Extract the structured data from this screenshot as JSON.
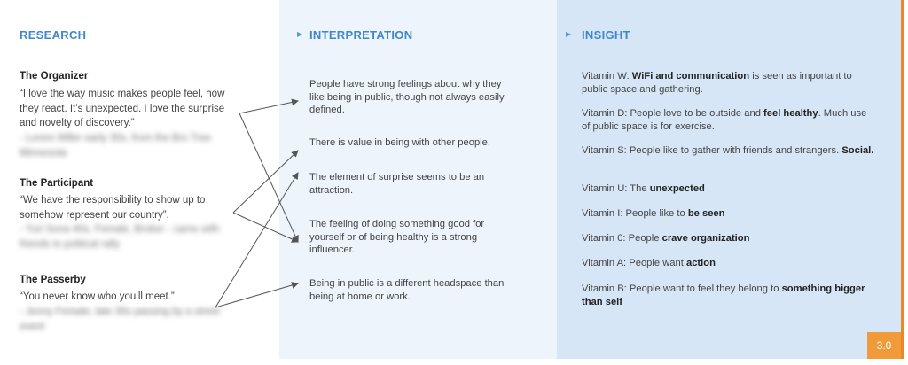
{
  "headers": {
    "research": "RESEARCH",
    "interpretation": "INTERPRETATION",
    "insight": "INSIGHT"
  },
  "research": [
    {
      "title": "The Organizer",
      "quote": "“I love the way music makes people feel, how they react. It’s unexpected. I love the surprise and novelty of discovery.”",
      "attribution": "- Lorem Miller early 30s, from the Bro Tree Minnesota"
    },
    {
      "title": "The Participant",
      "quote": "“We have the responsibility to show up to somehow represent our country”.",
      "attribution": "- Yuri Sona 40s, Female, Broker - came with friends to political rally"
    },
    {
      "title": "The Passerby",
      "quote": "“You never know who you’ll meet.”",
      "attribution": "- Jenny Female, late 30s passing by a street event"
    }
  ],
  "interpretation": [
    "People have strong feelings about why they like being in public, though not always easily defined.",
    "There is value in being with other people.",
    "The element of surprise seems to be an attraction.",
    "The feeling of doing something good for yourself or of being healthy is a strong influencer.",
    "Being in public is a different headspace than being at home or work."
  ],
  "insight": [
    [
      "Vitamin W: ",
      "WiFi and communication",
      " is seen as important to public space and gathering."
    ],
    [
      "Vitamin D: People love to be outside and ",
      "feel healthy",
      ". Much use of public space is for exercise."
    ],
    [
      "Vitamin S: People like to gather with friends and strangers. ",
      "Social.",
      ""
    ],
    [
      "Vitamin U: The ",
      "unexpected",
      ""
    ],
    [
      "Vitamin I: People like to ",
      "be seen",
      ""
    ],
    [
      "Vitamin 0: People ",
      "crave organization",
      ""
    ],
    [
      "Vitamin A: People want ",
      "action",
      ""
    ],
    [
      "Vitamin B: People want to feel they belong to ",
      "something bigger than self",
      ""
    ]
  ],
  "page_number": "3.0",
  "colors": {
    "accent_blue": "#3f87c8",
    "interp_bg": "#eef4fc",
    "insight_bg": "#d6e6f7",
    "orange": "#f09a3a"
  }
}
